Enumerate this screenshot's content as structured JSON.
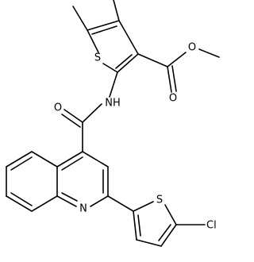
{
  "atoms": {
    "thiophene_sulfur": "S",
    "ester_carbonyl_oxygen": "O",
    "ester_ether_oxygen": "O",
    "amide_oxygen": "O",
    "amide_nitrogen": "NH",
    "quinoline_nitrogen": "N",
    "chlorothiophene_sulfur": "S",
    "chlorine": "Cl"
  }
}
